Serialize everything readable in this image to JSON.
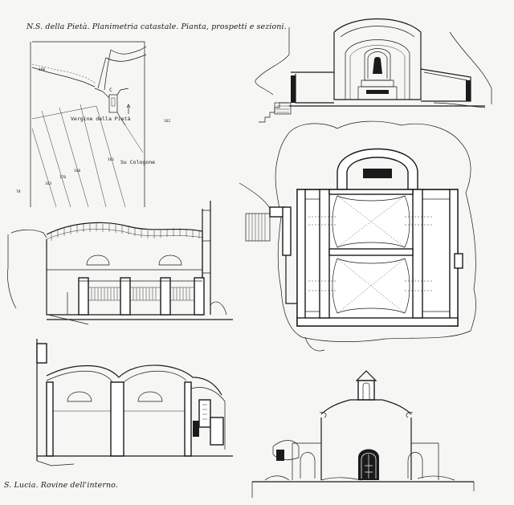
{
  "captions": {
    "top": "N.S. della Pietà. Planimetria catastale. Pianta, prospetti e sezioni.",
    "bottom": "S. Lucia. Rovine dell'interno."
  },
  "map": {
    "place_label": "Vergine della Pietà",
    "locality_label": "Su Cologone",
    "parcel_numbers": [
      "188",
      "162",
      "161",
      "170",
      "160",
      "163",
      "78"
    ]
  }
}
